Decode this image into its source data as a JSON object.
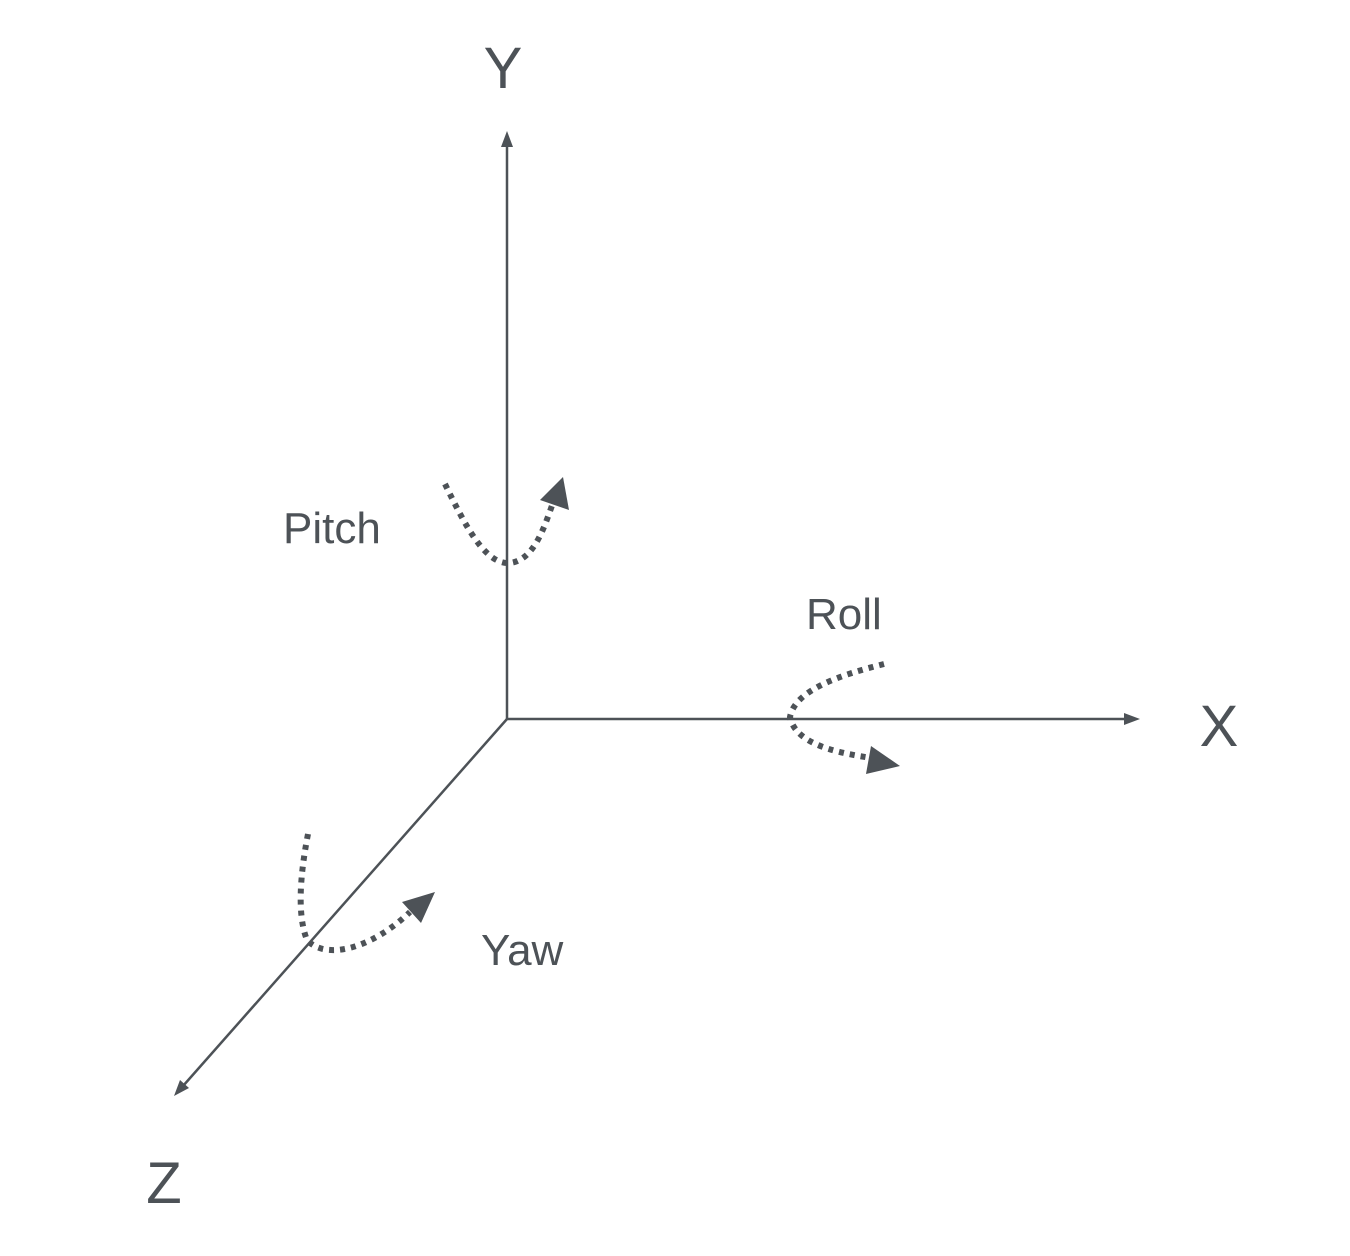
{
  "colors": {
    "line": "#4d5257",
    "text": "#4d5257",
    "background": "#ffffff"
  },
  "axes": {
    "x_label": "X",
    "y_label": "Y",
    "z_label": "Z"
  },
  "rotations": {
    "pitch_label": "Pitch",
    "roll_label": "Roll",
    "yaw_label": "Yaw"
  }
}
